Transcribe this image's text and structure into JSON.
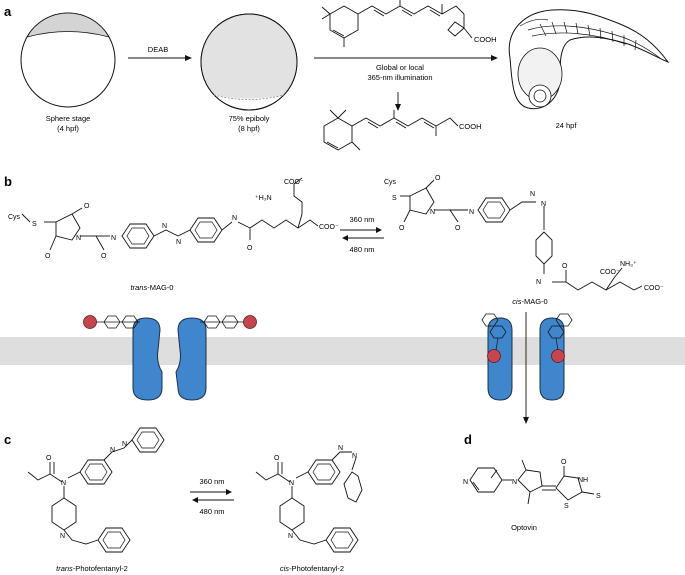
{
  "panels": {
    "a": {
      "label": "a",
      "stage1": {
        "line1": "Sphere stage",
        "line2": "(4 hpf)"
      },
      "treatment": "DEAB",
      "stage2": {
        "line1": "75% epiboly",
        "line2": "(8 hpf)"
      },
      "illumination": {
        "line1": "Global or local",
        "line2": "365-nm illumination"
      },
      "result": "24 hpf",
      "caged_group": "COOH",
      "product_group": "COOH"
    },
    "b": {
      "label": "b",
      "trans_name_italic": "trans",
      "trans_name_rest": "-MAG-0",
      "cis_name_italic": "cis",
      "cis_name_rest": "-MAG-0",
      "forward_wavelength": "360 nm",
      "reverse_wavelength": "480 nm",
      "atoms": {
        "cys": "Cys",
        "s": "S",
        "n": "N",
        "o": "O",
        "h": "H",
        "nh3": "⁺H₃N",
        "nh3_right": "NH₃⁺",
        "coo": "COO⁻"
      }
    },
    "c": {
      "label": "c",
      "trans_name_italic": "trans",
      "trans_name_rest": "-Photofentanyl-2",
      "cis_name_italic": "cis",
      "cis_name_rest": "-Photofentanyl-2",
      "forward_wavelength": "360 nm",
      "reverse_wavelength": "480 nm",
      "atoms": {
        "o": "O",
        "n": "N"
      }
    },
    "d": {
      "label": "d",
      "name": "Optovin",
      "atoms": {
        "n": "N",
        "nh": "NH",
        "s": "S",
        "o": "O"
      }
    }
  },
  "colors": {
    "membrane": "#dedede",
    "channel": "#3f86cc",
    "channel_stroke": "#1d2f4a",
    "ligand_sphere": "#c4474f",
    "embryo_cap": "#d4d4d4"
  }
}
